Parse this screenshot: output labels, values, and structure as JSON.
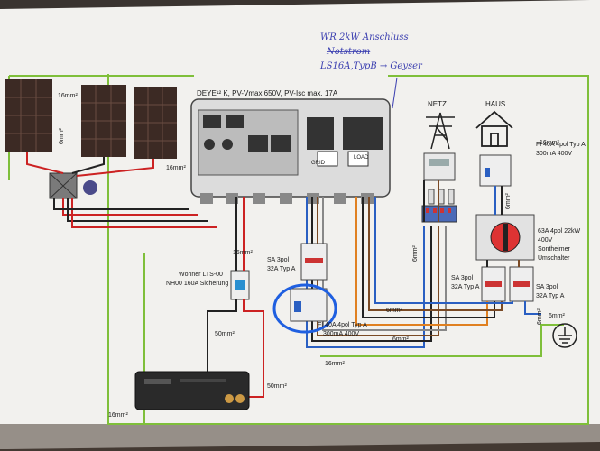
{
  "diagram": {
    "handwritten_note": {
      "line1": "WR 2kW Anschluss",
      "line2": "Notstrom",
      "line3": "LS16A,TypB → Geyser"
    },
    "inverter": {
      "title": "DEYE¹² K, PV-Vmax 650V, PV-Isc max. 17A",
      "label_grid": "GRID",
      "label_load": "LOAD"
    },
    "grid_label": "NETZ",
    "house_label": "HAUS",
    "cable_labels": {
      "pv_top": "16mm²",
      "pv_vertical": "6mm²",
      "pv_to_inverter": "16mm²",
      "house_right": "16mm²",
      "battery_left": "16mm²",
      "battery_right": "50mm²",
      "battery_vertical": "50mm²",
      "inv_to_fuse": "16mm²",
      "bottom_mid": "16mm²",
      "rcd_bottom": "6mm²",
      "center_6mm": "6mm²",
      "netz_6mm": "6mm²",
      "haus_6mm": "6mm²",
      "right_6mm": "6mm²",
      "earth_6mm": "6mm²"
    },
    "fuse_label": {
      "line1": "Wöhner LTS-00",
      "line2": "NH00 160A Sicherung"
    },
    "sa_left": {
      "line1": "SA 3pol",
      "line2": "32A Typ A"
    },
    "sa_mid": {
      "line1": "SA 3pol",
      "line2": "32A Typ A"
    },
    "sa_right": {
      "line1": "SA 3pol",
      "line2": "32A Typ A"
    },
    "fi_bottom": {
      "line1": "FI 40A 4pol Typ A",
      "line2": "300mA 400V"
    },
    "fi_top": {
      "line1": "FI 40A 4pol Typ A",
      "line2": "300mA 400V"
    },
    "switch_label": {
      "line1": "63A 4pol 22kW",
      "line2": "400V",
      "line3": "Sontheimer",
      "line4": "Umschalter"
    }
  }
}
